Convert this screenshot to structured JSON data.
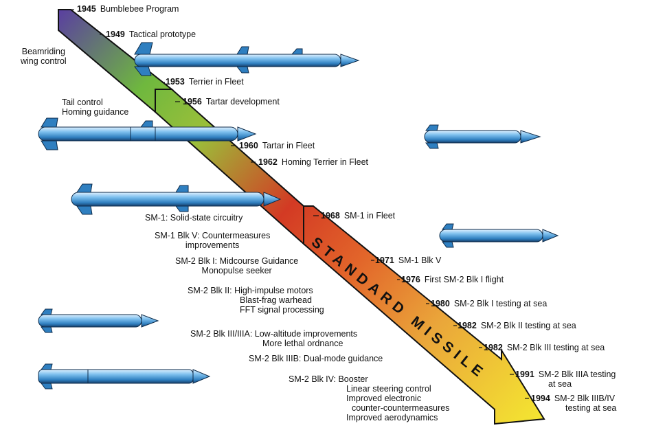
{
  "banner": {
    "text": "STANDARD MISSILE",
    "colors": {
      "start": "#5a3fa0",
      "mid1": "#6fb83e",
      "mid2": "#d33a24",
      "mid3": "#e8892a",
      "end": "#f4e531"
    }
  },
  "milestones": [
    {
      "year": "1945",
      "text": "Bumblebee Program"
    },
    {
      "year": "1949",
      "text": "Tactical prototype"
    },
    {
      "year": "1953",
      "text": "Terrier in Fleet"
    },
    {
      "year": "1956",
      "text": "Tartar development"
    },
    {
      "year": "1960",
      "text": "Tartar in Fleet"
    },
    {
      "year": "1962",
      "text": "Homing Terrier in Fleet"
    },
    {
      "year": "1968",
      "text": "SM-1 in Fleet"
    },
    {
      "year": "1971",
      "text": "SM-1 Blk V"
    },
    {
      "year": "1976",
      "text": "First SM-2 Blk I flight"
    },
    {
      "year": "1980",
      "text": "SM-2 Blk I testing at sea"
    },
    {
      "year": "1982",
      "text": "SM-2 Blk II testing at sea"
    },
    {
      "year": "1982",
      "text": "SM-2 Blk III testing at sea"
    },
    {
      "year": "1991",
      "text": "SM-2 Blk IIIA testing",
      "text2": "at sea"
    },
    {
      "year": "1994",
      "text": "SM-2 Blk IIIB/IV",
      "text2": "testing at sea"
    }
  ],
  "features": {
    "beamriding": [
      "Beamriding",
      "wing control"
    ],
    "tail_control": [
      "Tail control",
      "Homing guidance"
    ],
    "sm1": "SM-1: Solid-state circuitry",
    "sm1_blk5": [
      "SM-1 Blk V: Countermeasures",
      "improvements"
    ],
    "sm2_blk1": [
      "SM-2 Blk I: Midcourse Guidance",
      "Monopulse seeker"
    ],
    "sm2_blk2": [
      "SM-2 Blk II: High-impulse motors",
      "Blast-frag warhead",
      "FFT signal processing"
    ],
    "sm2_blk3": [
      "SM-2 Blk III/IIIA: Low-altitude improvements",
      "More lethal ordnance"
    ],
    "sm2_blk3b": "SM-2 Blk IIIB: Dual-mode guidance",
    "sm2_blk4": [
      "SM-2 Blk IV: Booster",
      "Linear steering control",
      "Improved electronic",
      "counter-countermeasures",
      "Improved aerodynamics"
    ]
  },
  "missile_icons": [
    "missile-icon-1949",
    "missile-icon-1956",
    "missile-icon-1960",
    "missile-icon-sm1",
    "missile-icon-sm1-blk5",
    "missile-icon-sm2-blk1",
    "missile-icon-sm2-blk4"
  ]
}
